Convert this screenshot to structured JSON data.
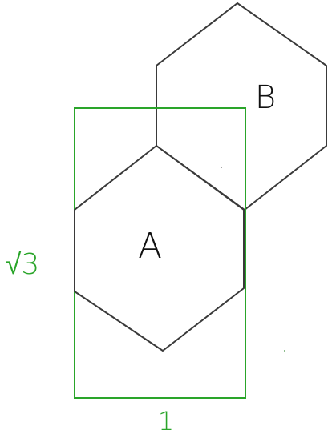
{
  "colors": {
    "background": "#ffffff",
    "hexagon_stroke": "#3a3a3a",
    "rectangle_stroke": "#2aa52a",
    "label_text": "#111111",
    "dimension_text": "#2aa52a"
  },
  "hexagons": [
    {
      "label": "A"
    },
    {
      "label": "B"
    }
  ],
  "rectangle": {
    "height_label": "√3",
    "width_label": "1"
  }
}
